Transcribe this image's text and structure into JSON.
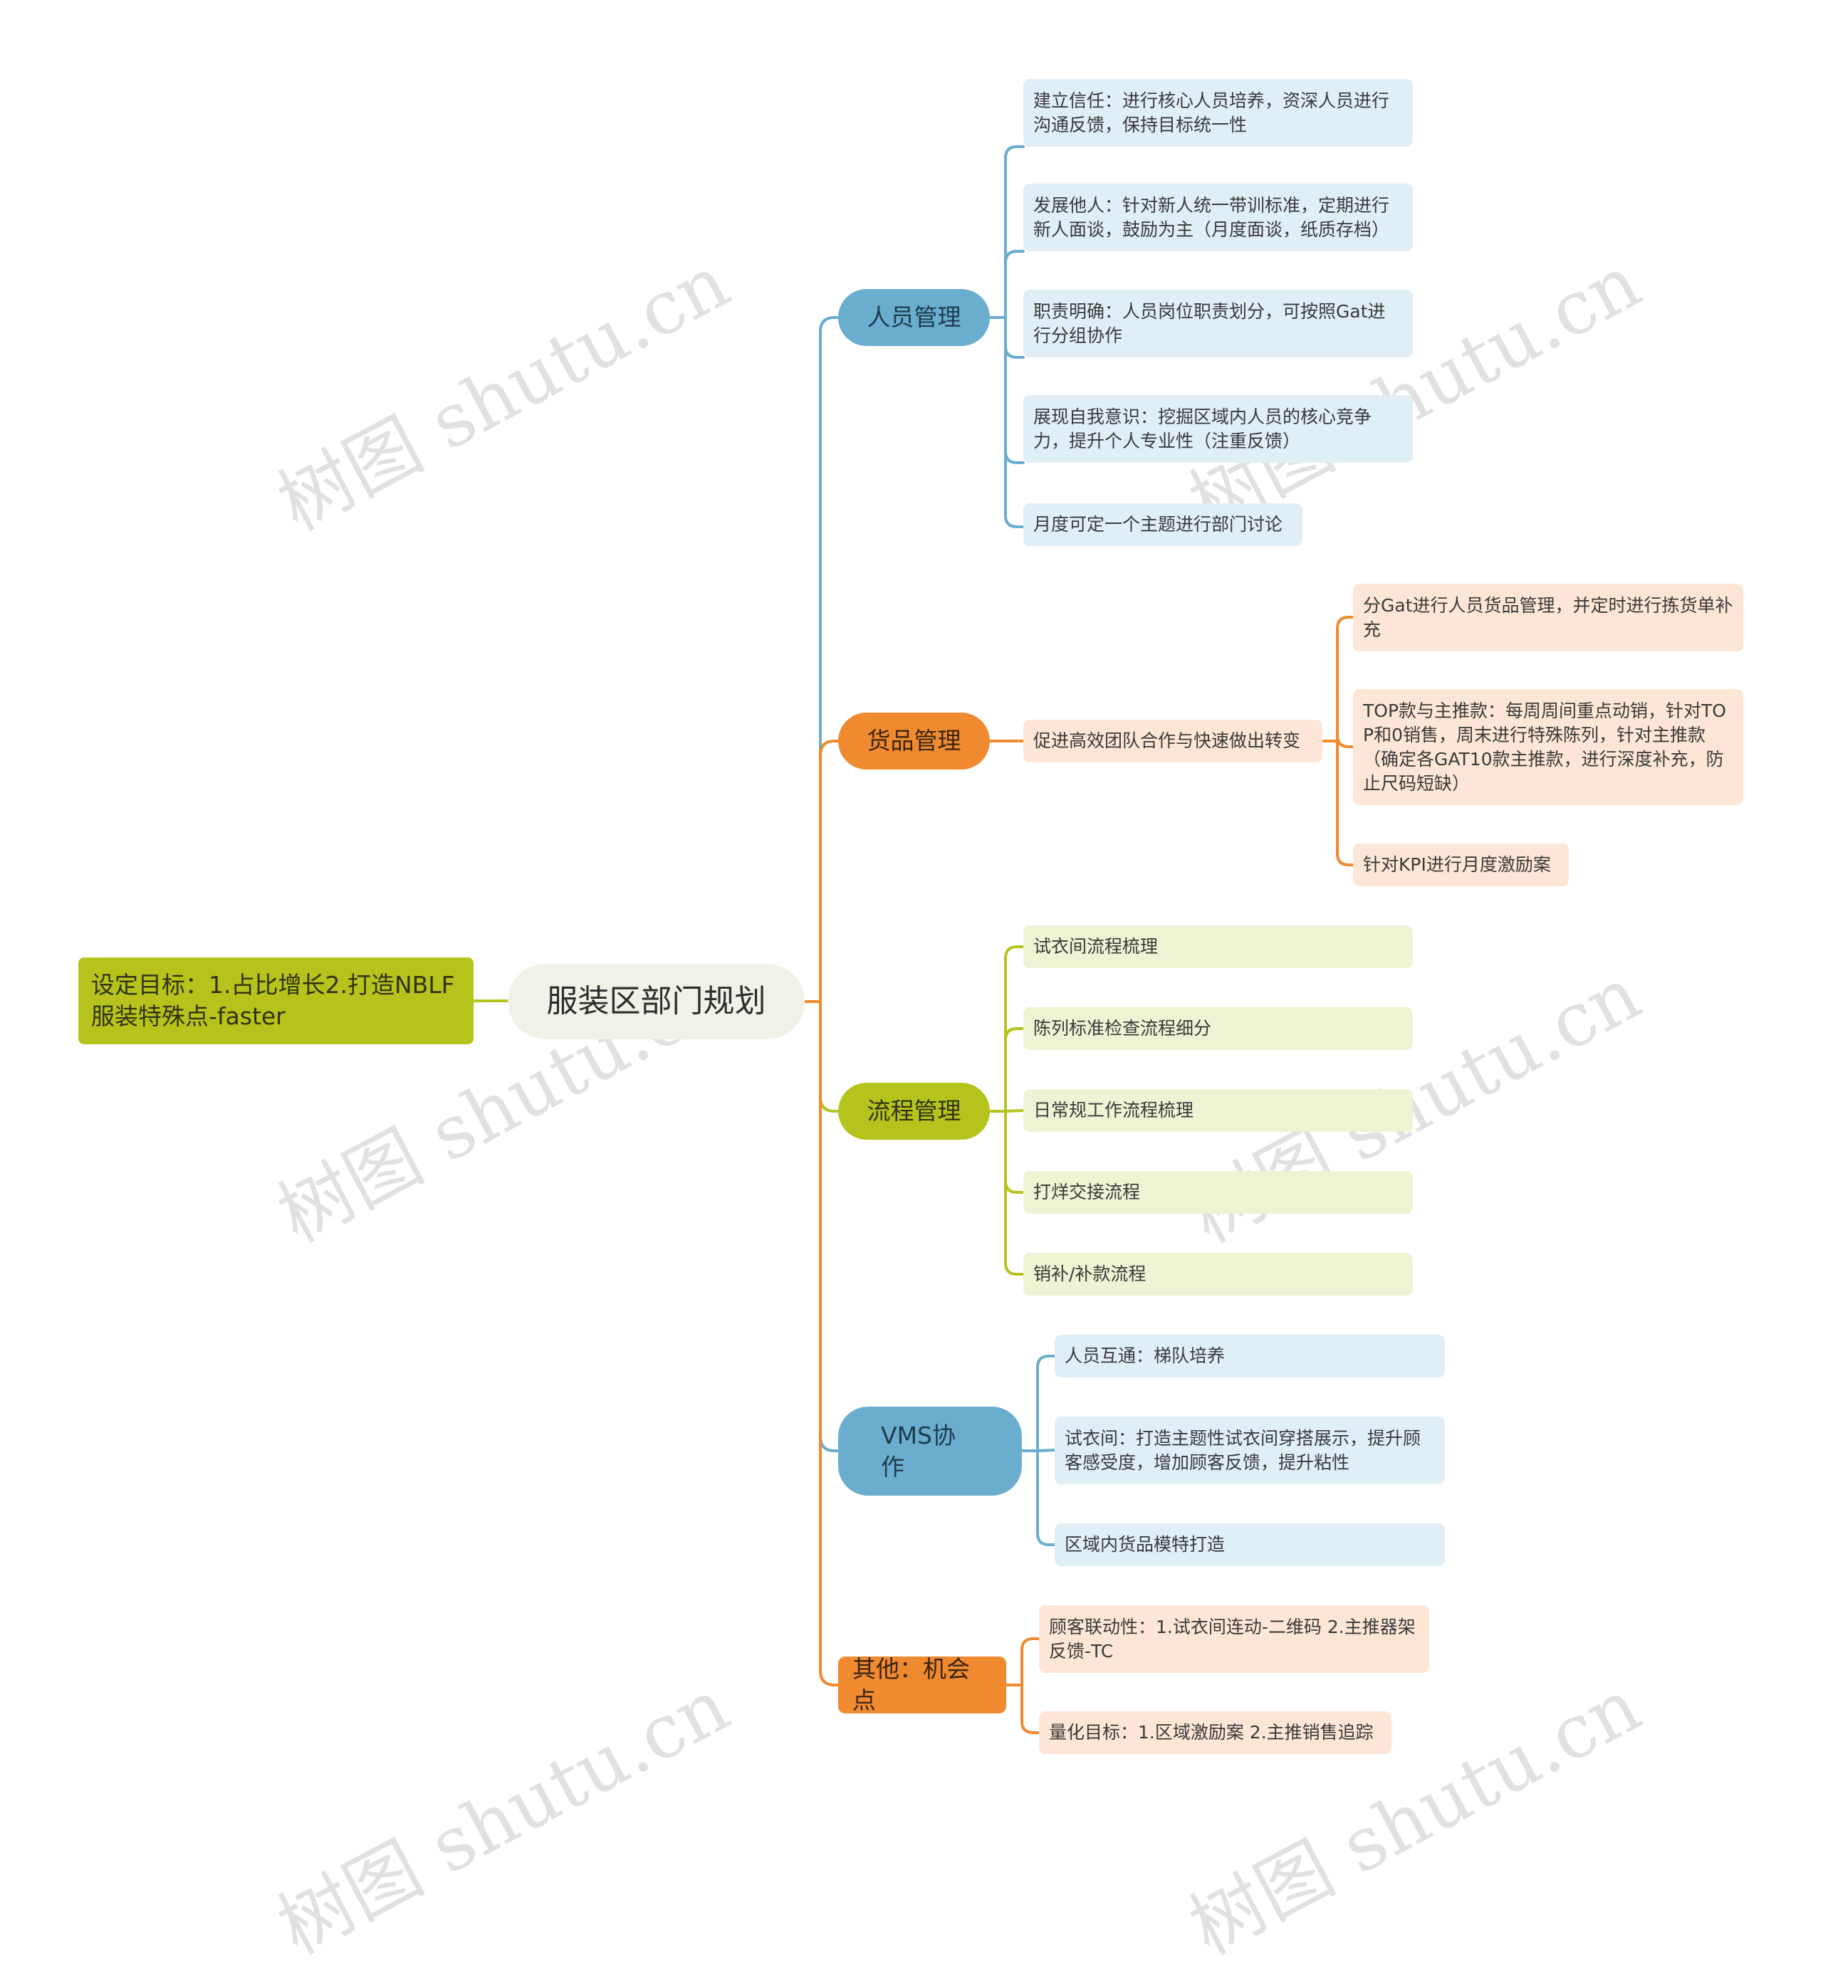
{
  "root": {
    "label": "服装区部门规划"
  },
  "goal": {
    "label": "设定目标：1.占比增长2.打造NBLF服装特殊点-faster"
  },
  "branches": [
    {
      "label": "人员管理",
      "color": "#6aadce",
      "items": [
        "建立信任：进行核心人员培养，资深人员进行沟通反馈，保持目标统一性",
        "发展他人：针对新人统一带训标准，定期进行新人面谈，鼓励为主（月度面谈，纸质存档）",
        "职责明确：人员岗位职责划分，可按照Gat进行分组协作",
        "展现自我意识：挖掘区域内人员的核心竞争力，提升个人专业性（注重反馈）",
        "月度可定一个主题进行部门讨论"
      ]
    },
    {
      "label": "货品管理",
      "color": "#f08a30",
      "sub": "促进高效团队合作与快速做出转变",
      "items": [
        "分Gat进行人员货品管理，并定时进行拣货单补充",
        "TOP款与主推款：每周周间重点动销，针对TOP和0销售，周末进行特殊陈列，针对主推款（确定各GAT10款主推款，进行深度补充，防止尺码短缺）",
        "针对KPI进行月度激励案"
      ]
    },
    {
      "label": "流程管理",
      "color": "#b5c31c",
      "items": [
        "试衣间流程梳理",
        "陈列标准检查流程细分",
        "日常规工作流程梳理",
        "打烊交接流程",
        "销补/补款流程"
      ]
    },
    {
      "label": "VMS协作",
      "color": "#6aadce",
      "items": [
        "人员互通：梯队培养",
        "试衣间：打造主题性试衣间穿搭展示，提升顾客感受度，增加顾客反馈，提升粘性",
        "区域内货品模特打造"
      ]
    },
    {
      "label": "其他：机会点",
      "color": "#f08a30",
      "items": [
        "顾客联动性：1.试衣间连动-二维码 2.主推器架反馈-TC",
        "量化目标：1.区域激励案 2.主推销售追踪"
      ]
    }
  ],
  "watermark": "树图 shutu.cn"
}
